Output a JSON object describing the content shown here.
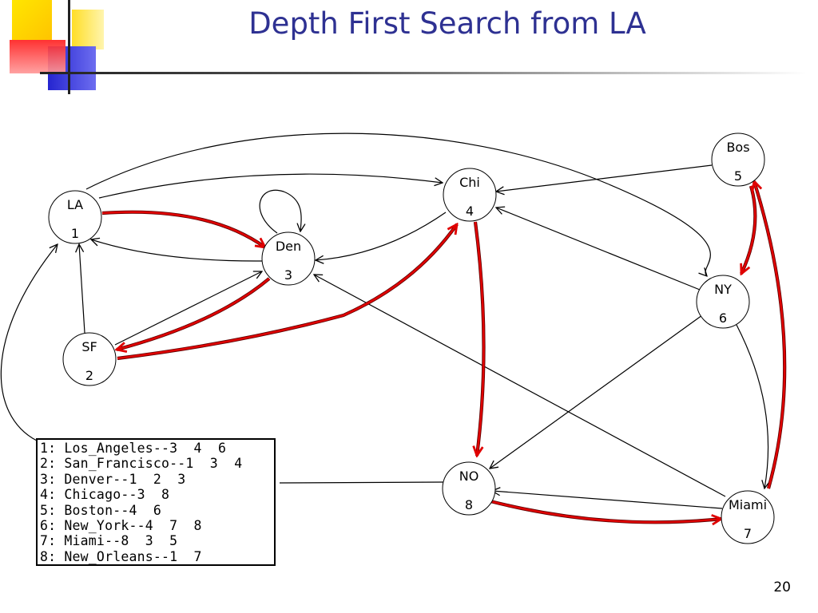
{
  "slide": {
    "title": "Depth First Search from LA",
    "page_number": "20"
  },
  "colors": {
    "title": "#2e3192",
    "dfs_edge": "#e00000",
    "edge": "#000000",
    "deco_yellow": "#ffd400",
    "deco_red": "#ff2a2a",
    "deco_blue": "#2f2fd8"
  },
  "graph": {
    "nodes": [
      {
        "id": "LA",
        "name": "LA",
        "number": "1"
      },
      {
        "id": "SF",
        "name": "SF",
        "number": "2"
      },
      {
        "id": "Den",
        "name": "Den",
        "number": "3"
      },
      {
        "id": "Chi",
        "name": "Chi",
        "number": "4"
      },
      {
        "id": "Bos",
        "name": "Bos",
        "number": "5"
      },
      {
        "id": "NY",
        "name": "NY",
        "number": "6"
      },
      {
        "id": "Miami",
        "name": "Miami",
        "number": "7"
      },
      {
        "id": "NO",
        "name": "NO",
        "number": "8"
      }
    ],
    "edges": [
      {
        "from": "LA",
        "to": "Chi",
        "dfs": false
      },
      {
        "from": "LA",
        "to": "NY",
        "dfs": false
      },
      {
        "from": "LA",
        "to": "Den",
        "dfs": true
      },
      {
        "from": "Den",
        "to": "LA",
        "dfs": false
      },
      {
        "from": "Den",
        "to": "Den",
        "dfs": false
      },
      {
        "from": "SF",
        "to": "LA",
        "dfs": false
      },
      {
        "from": "SF",
        "to": "Den",
        "dfs": false
      },
      {
        "from": "Den",
        "to": "SF",
        "dfs": true
      },
      {
        "from": "SF",
        "to": "Chi",
        "dfs": true
      },
      {
        "from": "Chi",
        "to": "Den",
        "dfs": false
      },
      {
        "from": "Chi",
        "to": "NO",
        "dfs": true
      },
      {
        "from": "Bos",
        "to": "Chi",
        "dfs": false
      },
      {
        "from": "Bos",
        "to": "NY",
        "dfs": true
      },
      {
        "from": "NY",
        "to": "Chi",
        "dfs": false
      },
      {
        "from": "NY",
        "to": "NO",
        "dfs": false
      },
      {
        "from": "NY",
        "to": "Miami",
        "dfs": false
      },
      {
        "from": "Miami",
        "to": "NO",
        "dfs": false
      },
      {
        "from": "Miami",
        "to": "Den",
        "dfs": false
      },
      {
        "from": "Miami",
        "to": "Bos",
        "dfs": true
      },
      {
        "from": "NO",
        "to": "Miami",
        "dfs": true
      },
      {
        "from": "NO",
        "to": "LA",
        "dfs": false
      }
    ]
  },
  "adjacency_list": [
    "1: Los_Angeles--3  4  6",
    "2: San_Francisco--1  3  4",
    "3: Denver--1  2  3",
    "4: Chicago--3  8",
    "5: Boston--4  6",
    "6: New_York--4  7  8",
    "7: Miami--8  3  5",
    "8: New_Orleans--1  7"
  ]
}
